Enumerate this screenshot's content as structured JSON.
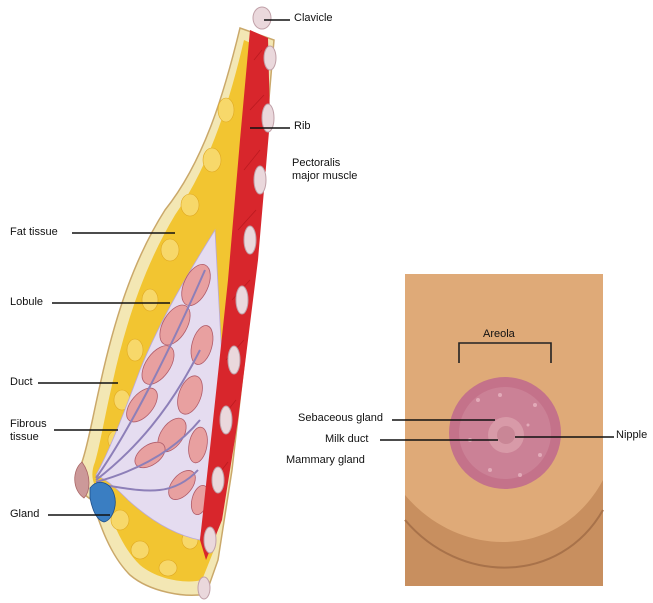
{
  "sagittal_labels": {
    "clavicle": "Clavicle",
    "rib": "Rib",
    "pectoralis": "Pectoralis\nmajor muscle",
    "fat": "Fat tissue",
    "lobule": "Lobule",
    "duct": "Duct",
    "fibrous": "Fibrous\ntissue",
    "gland": "Gland"
  },
  "nipple_labels": {
    "areola": "Areola",
    "sebaceous": "Sebaceous gland",
    "milk_duct": "Milk duct",
    "mammary": "Mammary gland",
    "nipple": "Nipple"
  },
  "colors": {
    "fat": "#f2c531",
    "muscle": "#d8262c",
    "lobule": "#e8a0a0",
    "skin": "#f3e7b4",
    "tan_skin": "#dfaa78",
    "areola": "#c4728a",
    "nipple": "#d89aa8",
    "duct_blue": "#3a7ec2"
  }
}
